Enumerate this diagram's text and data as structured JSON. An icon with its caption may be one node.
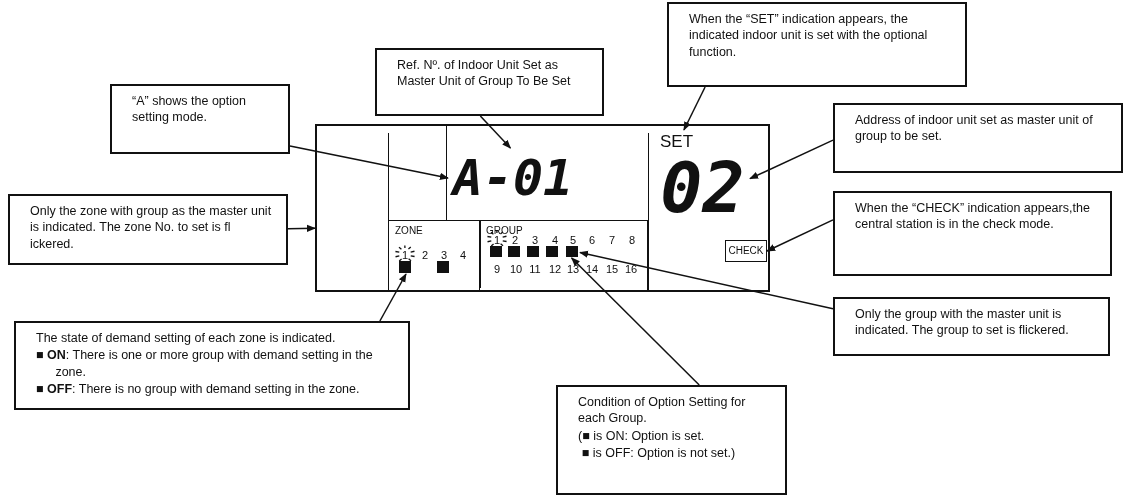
{
  "diagram": {
    "nodes": [
      {
        "text": [
          "Ref. Nº. of Indoor Unit Set as Master Unit of Group To Be Set"
        ]
      },
      {
        "text": [
          "When the “SET” indication appears, the indicated indoor unit is set with the optional function."
        ]
      },
      {
        "text": [
          "“A” shows the option setting mode."
        ]
      },
      {
        "text": [
          "Address of indoor unit set as master unit of group to be set."
        ]
      },
      {
        "text": [
          "Only the zone with group as the master unit is indicated. The zone No. to set is fl ickered."
        ]
      },
      {
        "text": [
          "When the “CHECK” indication appears,the central station is in the check mode."
        ]
      },
      {
        "text": [],
        "shape": "box"
      },
      {
        "text": [
          "A-01"
        ],
        "in": 6
      },
      {
        "text": [
          "SET"
        ],
        "in": 6
      },
      {
        "text": [
          "02"
        ],
        "in": 6
      },
      {
        "text": [
          "CHECK"
        ],
        "in": 6
      },
      {
        "text": [
          "ZONE"
        ],
        "in": 6
      },
      {
        "text": [],
        "shape": "box",
        "in": 11
      },
      {
        "text": [],
        "shape": "box",
        "in": 11
      },
      {
        "text": [
          "GROUP"
        ],
        "in": 6
      },
      {
        "text": [],
        "shape": "box",
        "in": 14
      },
      {
        "text": [],
        "shape": "box",
        "in": 14
      },
      {
        "text": [],
        "shape": "box",
        "in": 14
      },
      {
        "text": [],
        "shape": "box",
        "in": 14
      },
      {
        "text": [],
        "shape": "box",
        "in": 14
      },
      {
        "text": [
          "Only the group with the master unit is indicated. The group to set is flickered."
        ]
      },
      {
        "text": [
          "The state of demand setting of each zone is indicated.",
          "■ **ON**: There is one or more group with demand setting in the zone.",
          "■ **OFF**: There is no group with demand setting in the zone."
        ]
      },
      {
        "text": [
          "Condition of Option Setting for each Group.",
          "(■ is ON: Option is set.",
          "■ is OFF: Option is not set.)"
        ]
      }
    ],
    "edges": [
      {
        "from": 0,
        "to": 7,
        "arrow": "to"
      },
      {
        "from": 1,
        "to": 8,
        "arrow": "to"
      },
      {
        "from": 2,
        "to": 7,
        "arrow": "to"
      },
      {
        "from": 3,
        "to": 9,
        "arrow": "to"
      },
      {
        "from": 4,
        "to": 6,
        "arrow": "to"
      },
      {
        "from": 5,
        "to": 10,
        "arrow": "to"
      },
      {
        "from": 20,
        "to": 19,
        "arrow": "to"
      },
      {
        "from": 21,
        "to": 12,
        "arrow": "to"
      },
      {
        "from": 22,
        "to": 19,
        "arrow": "to"
      }
    ],
    "labels": [
      "1",
      "2",
      "3",
      "4",
      "1",
      "2",
      "3",
      "4",
      "5",
      "6",
      "7",
      "8",
      "9",
      "10",
      "11",
      "12",
      "13",
      "14",
      "15",
      "16"
    ]
  }
}
